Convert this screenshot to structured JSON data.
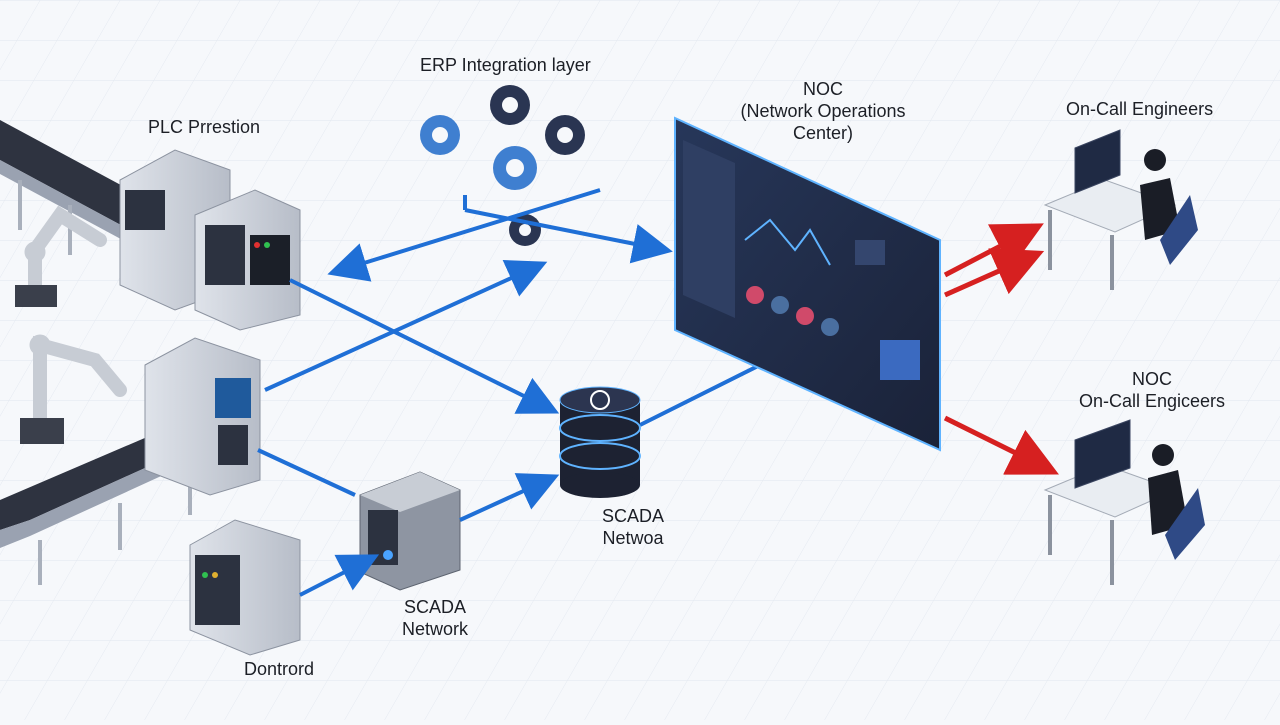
{
  "labels": {
    "erp": "ERP Integration layer",
    "plc": "PLC Prrestion",
    "noc_1": "NOC",
    "noc_2": "(Network Operations",
    "noc_3": "Center)",
    "oncall_top": "On-Call Engineers",
    "noc_oncall_1": "NOC",
    "noc_oncall_2": "On-Call Engiceers",
    "scada_hub_1": "SCADA",
    "scada_hub_2": "Netwoa",
    "scada_box_1": "SCADA",
    "scada_box_2": "Network",
    "dontrord": "Dontrord"
  },
  "colors": {
    "data_flow": "#1f6fd6",
    "alert_flow": "#d62020",
    "screen": "#1d2a44",
    "accent_glow": "#5fb3ff",
    "gear_dark": "#2a3552",
    "gear_light": "#3f7fd0"
  },
  "icons": [
    "conveyor-icon",
    "robot-arm-icon",
    "plc-cabinet-icon",
    "gear-icon",
    "database-server-icon",
    "network-switch-icon",
    "noc-dashboard-icon",
    "engineer-workstation-icon",
    "arrow-icon"
  ]
}
